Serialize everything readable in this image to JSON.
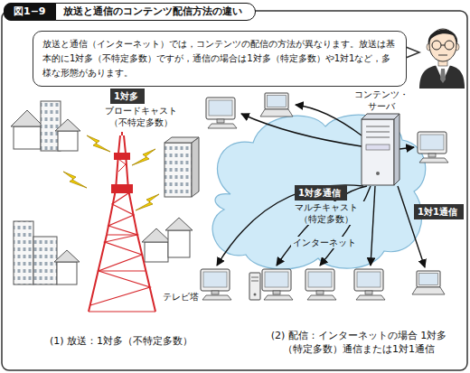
{
  "diagram": {
    "title": "放送と通信のコンテンツ配信方法の違い",
    "nodes": [
      {
        "text": [
          "放送と通信（インターネット）では，コンテンツの配信の方法が異なります。放送は基本的に1対多（不特定多数）ですが，通信の場合は1対多（特定多数）や1対1など，多様な形態があります。"
        ]
      },
      {
        "text": [
          "1対多"
        ]
      },
      {
        "text": [
          "1対多通信"
        ]
      },
      {
        "text": [
          "1対1通信"
        ]
      }
    ],
    "labels": [
      "図1−9",
      "ブロードキャスト（不特定多数）",
      "テレビ塔",
      "コンテンツ・サーバ",
      "マルチキャスト（特定多数）",
      "インターネット",
      "(1) 放送：1対多（不特定多数）",
      "(2) 配信：インターネットの場合 1対多（特定多数）通信または1対1通信"
    ]
  }
}
